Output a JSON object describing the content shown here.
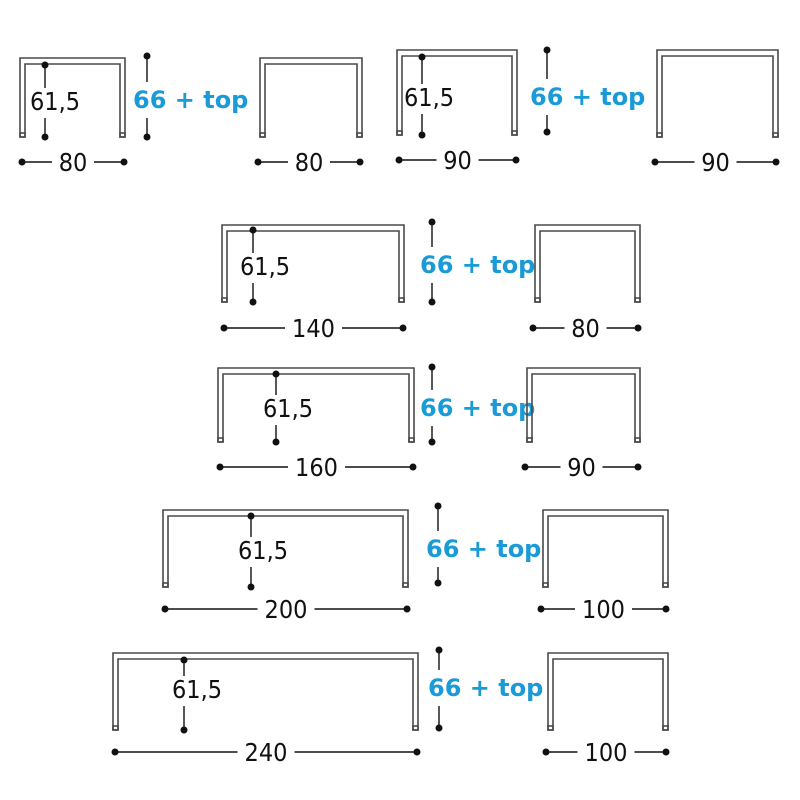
{
  "accent_color": "#1a9ad6",
  "sets": [
    {
      "name": "80x80",
      "length": "80",
      "depth": "80",
      "leg_height": "61,5",
      "height": "66 + top"
    },
    {
      "name": "90x90",
      "length": "90",
      "depth": "90",
      "leg_height": "61,5",
      "height": "66 + top"
    },
    {
      "name": "140x80",
      "length": "140",
      "depth": "80",
      "leg_height": "61,5",
      "height": "66 + top"
    },
    {
      "name": "160x90",
      "length": "160",
      "depth": "90",
      "leg_height": "61,5",
      "height": "66 + top"
    },
    {
      "name": "200x100",
      "length": "200",
      "depth": "100",
      "leg_height": "61,5",
      "height": "66 + top"
    },
    {
      "name": "240x100",
      "length": "240",
      "depth": "100",
      "leg_height": "61,5",
      "height": "66 + top"
    }
  ]
}
